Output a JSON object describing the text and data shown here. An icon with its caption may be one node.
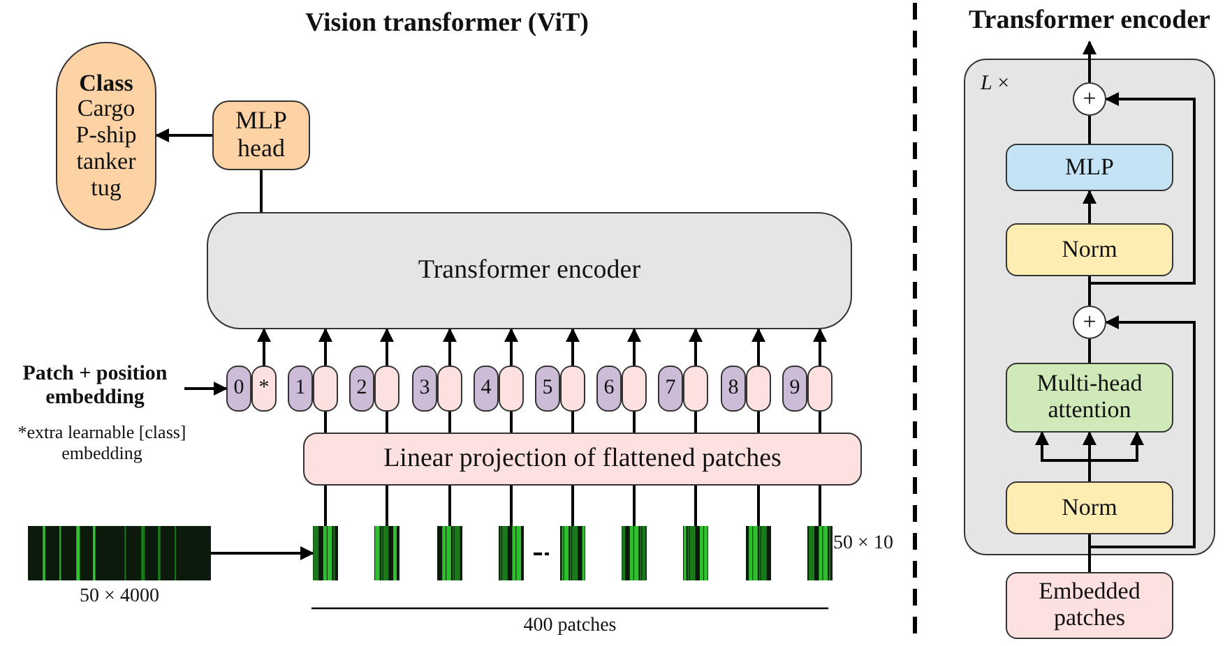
{
  "diagram": {
    "title": "Vision transformer (ViT)",
    "nodes": [
      {
        "text": [
          "Class",
          "Cargo P-ship tanker tug"
        ]
      },
      {
        "text": [
          "MLP head"
        ]
      },
      {
        "text": [
          "Transformer encoder"
        ]
      },
      {
        "text": [
          "Patch + position embedding"
        ]
      },
      {
        "text": [
          "0"
        ]
      },
      {
        "text": [
          "*"
        ]
      },
      {
        "text": [
          "1"
        ]
      },
      {
        "text": [],
        "shape": "box"
      },
      {
        "text": [
          "2"
        ]
      },
      {
        "text": [],
        "shape": "box"
      },
      {
        "text": [
          "3"
        ]
      },
      {
        "text": [],
        "shape": "box"
      },
      {
        "text": [
          "4"
        ]
      },
      {
        "text": [],
        "shape": "box"
      },
      {
        "text": [
          "5"
        ]
      },
      {
        "text": [],
        "shape": "box"
      },
      {
        "text": [
          "6"
        ]
      },
      {
        "text": [],
        "shape": "box"
      },
      {
        "text": [
          "7"
        ]
      },
      {
        "text": [],
        "shape": "box"
      },
      {
        "text": [
          "8"
        ]
      },
      {
        "text": [],
        "shape": "box"
      },
      {
        "text": [
          "9"
        ]
      },
      {
        "text": [],
        "shape": "box"
      },
      {
        "text": [
          "Linear projection of flattened patches"
        ]
      },
      {
        "text": [],
        "shape": "picture",
        "beside": [
          "50 × 4000"
        ]
      },
      {
        "text": [],
        "shape": "picture"
      },
      {
        "text": [],
        "shape": "picture"
      },
      {
        "text": [],
        "shape": "picture"
      },
      {
        "text": [],
        "shape": "picture"
      },
      {
        "text": [],
        "shape": "picture"
      },
      {
        "text": [],
        "shape": "picture"
      },
      {
        "text": [],
        "shape": "picture"
      },
      {
        "text": [],
        "shape": "picture"
      },
      {
        "text": [],
        "shape": "picture"
      },
      {
        "text": [
          "Transformer encoder",
          "*L* ×"
        ]
      },
      {
        "text": [
          "+"
        ],
        "in": 35
      },
      {
        "text": [
          "MLP"
        ],
        "in": 35
      },
      {
        "text": [
          "Norm"
        ],
        "in": 35
      },
      {
        "text": [
          "+"
        ],
        "in": 35
      },
      {
        "text": [
          "Multi-head attention"
        ],
        "in": 35
      },
      {
        "text": [
          "Norm"
        ],
        "in": 35
      },
      {
        "text": [
          "Embedded patches"
        ]
      }
    ],
    "edges": [
      {
        "from": 1,
        "to": 0,
        "arrow": "to"
      },
      {
        "from": 2,
        "to": 1,
        "arrow": "none"
      },
      {
        "from": 5,
        "to": 2,
        "arrow": "to"
      },
      {
        "from": 7,
        "to": 2,
        "arrow": "to"
      },
      {
        "from": 9,
        "to": 2,
        "arrow": "to"
      },
      {
        "from": 11,
        "to": 2,
        "arrow": "to"
      },
      {
        "from": 13,
        "to": 2,
        "arrow": "to"
      },
      {
        "from": 15,
        "to": 2,
        "arrow": "to"
      },
      {
        "from": 17,
        "to": 2,
        "arrow": "to"
      },
      {
        "from": 19,
        "to": 2,
        "arrow": "to"
      },
      {
        "from": 21,
        "to": 2,
        "arrow": "to"
      },
      {
        "from": 23,
        "to": 2,
        "arrow": "to"
      },
      {
        "from": 24,
        "to": 7,
        "arrow": "none"
      },
      {
        "from": 24,
        "to": 9,
        "arrow": "none"
      },
      {
        "from": 24,
        "to": 11,
        "arrow": "none"
      },
      {
        "from": 24,
        "to": 13,
        "arrow": "none"
      },
      {
        "from": 24,
        "to": 15,
        "arrow": "none"
      },
      {
        "from": 24,
        "to": 17,
        "arrow": "none"
      },
      {
        "from": 24,
        "to": 19,
        "arrow": "none"
      },
      {
        "from": 24,
        "to": 21,
        "arrow": "none"
      },
      {
        "from": 24,
        "to": 23,
        "arrow": "none"
      },
      {
        "from": 26,
        "to": 24,
        "arrow": "none"
      },
      {
        "from": 27,
        "to": 24,
        "arrow": "none"
      },
      {
        "from": 28,
        "to": 24,
        "arrow": "none"
      },
      {
        "from": 29,
        "to": 24,
        "arrow": "none"
      },
      {
        "from": 30,
        "to": 24,
        "arrow": "none"
      },
      {
        "from": 31,
        "to": 24,
        "arrow": "none"
      },
      {
        "from": 32,
        "to": 24,
        "arrow": "none"
      },
      {
        "from": 33,
        "to": 24,
        "arrow": "none"
      },
      {
        "from": 34,
        "to": 24,
        "arrow": "none"
      },
      {
        "from": 3,
        "to": 4,
        "arrow": "to"
      },
      {
        "from": 25,
        "to": 26,
        "arrow": "to"
      },
      {
        "from": 42,
        "to": 41,
        "arrow": "none"
      },
      {
        "from": 42,
        "to": 39,
        "arrow": "to"
      },
      {
        "from": 41,
        "to": 40,
        "arrow": "to"
      },
      {
        "from": 41,
        "to": 40,
        "arrow": "to"
      },
      {
        "from": 41,
        "to": 40,
        "arrow": "to"
      },
      {
        "from": 40,
        "to": 39,
        "arrow": "none"
      },
      {
        "from": 39,
        "to": 38,
        "arrow": "none"
      },
      {
        "from": 39,
        "to": 36,
        "arrow": "to"
      },
      {
        "from": 38,
        "to": 37,
        "arrow": "to"
      },
      {
        "from": 37,
        "to": 36,
        "arrow": "none"
      },
      {
        "from": 36,
        "to": null,
        "arrow": "to"
      }
    ],
    "labels": [
      "*extra learnable [class] embedding",
      "50 × 10",
      "400 patches"
    ]
  }
}
